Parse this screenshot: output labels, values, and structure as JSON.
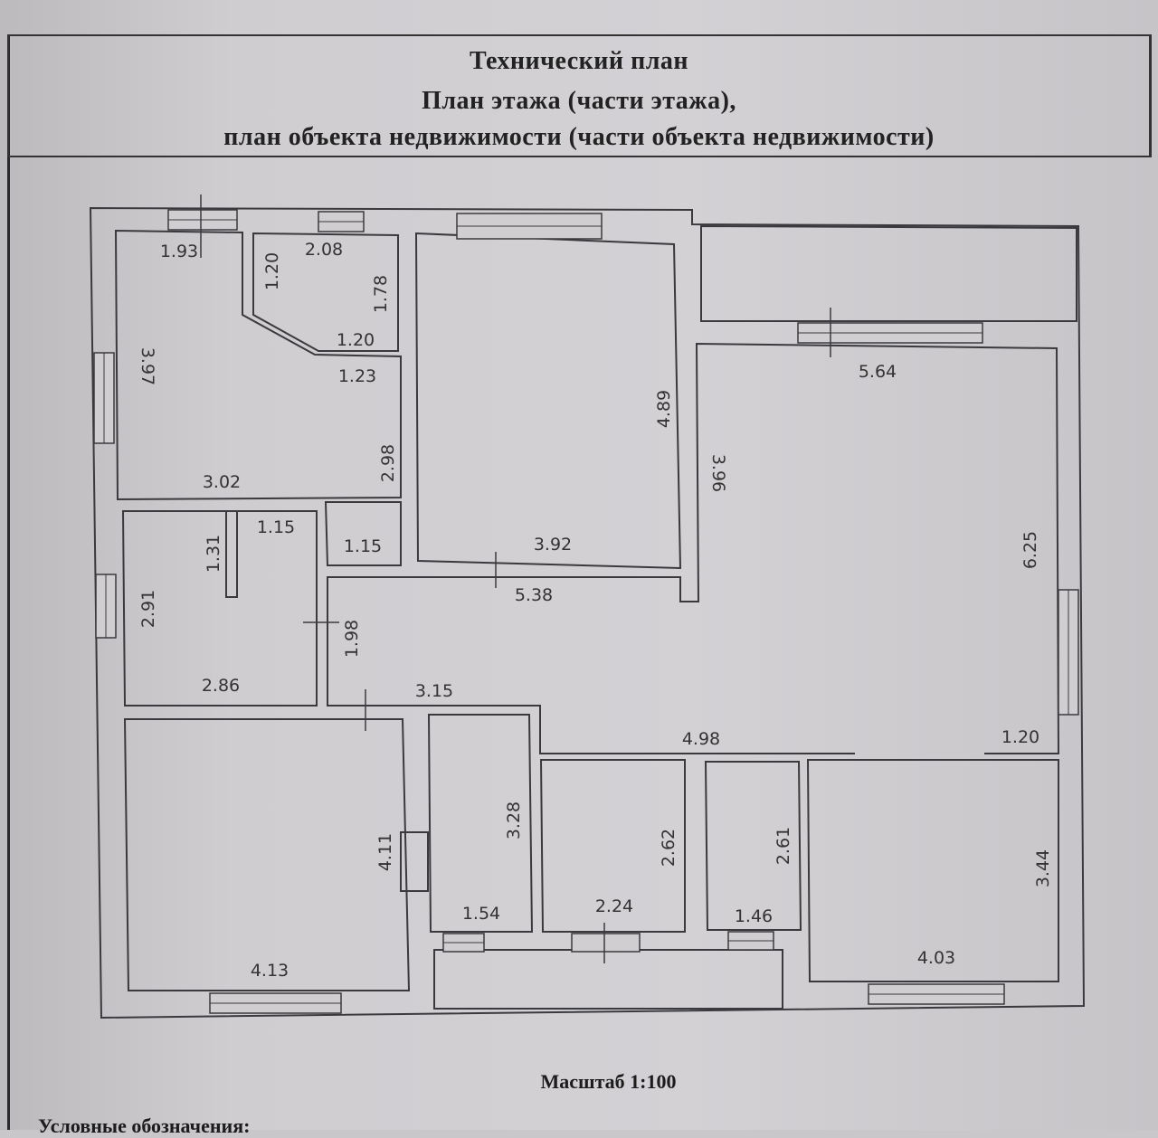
{
  "header": {
    "line1": "Технический план",
    "line2": "План этажа (части этажа),",
    "line3": "план объекта недвижимости (части объекта недвижимости)"
  },
  "plan": {
    "dims": [
      "1.93",
      "2.08",
      "1.20",
      "1.78",
      "1.20",
      "3.97",
      "1.23",
      "4.89",
      "5.64",
      "2.98",
      "3.96",
      "3.02",
      "1.15",
      "1.31",
      "1.15",
      "3.92",
      "6.25",
      "5.38",
      "2.91",
      "1.98",
      "2.86",
      "3.15",
      "4.98",
      "1.20",
      "3.28",
      "4.11",
      "2.62",
      "2.61",
      "3.44",
      "1.54",
      "2.24",
      "1.46",
      "4.13",
      "4.03"
    ]
  },
  "footer": {
    "scale": "Масштаб 1:100",
    "legend_title": "Условные обозначения:"
  },
  "colors": {
    "line": "#3a3a3e",
    "paper": "#d0ced1"
  }
}
